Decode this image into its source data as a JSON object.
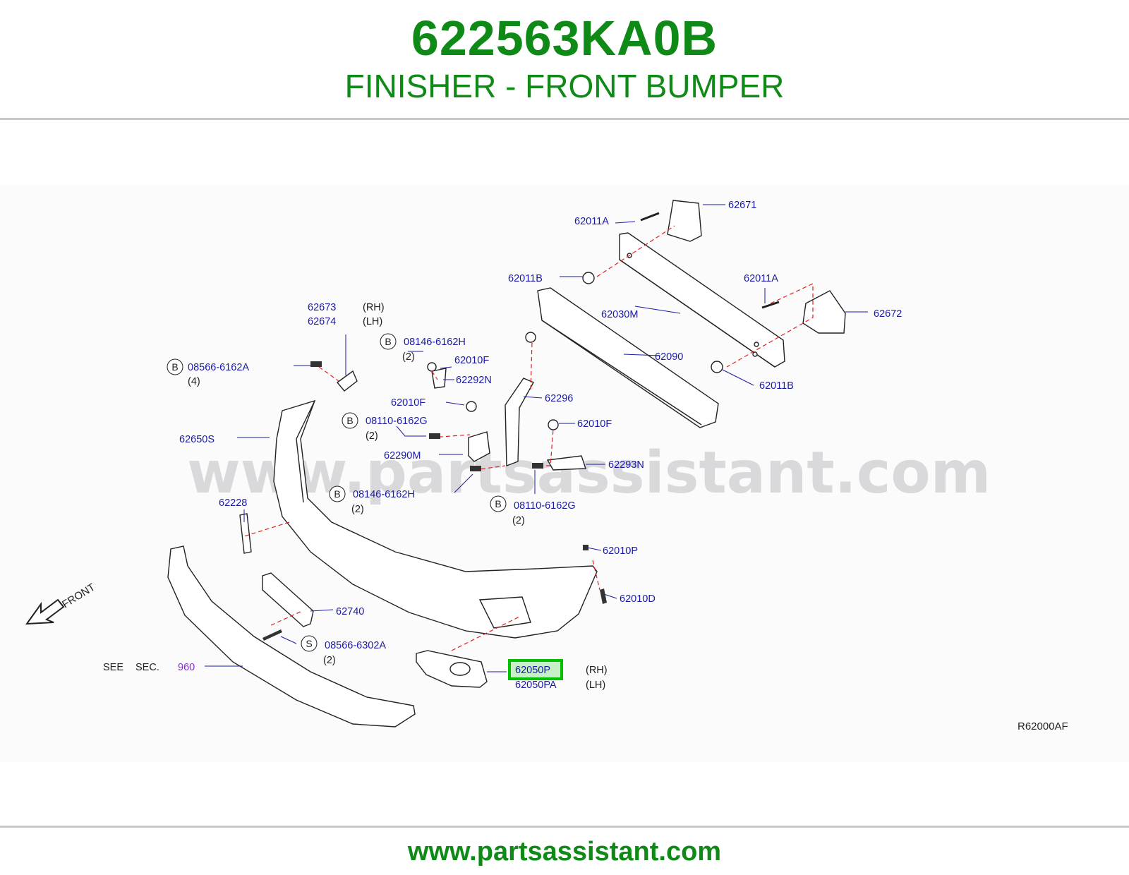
{
  "header": {
    "part_number": "622563KA0B",
    "part_name": "FINISHER - FRONT BUMPER"
  },
  "watermark": "www.partsassistant.com",
  "footer": {
    "url": "www.partsassistant.com"
  },
  "diagram": {
    "code": "R62000AF",
    "front_label": "FRONT",
    "see_sec": {
      "see": "SEE",
      "sec": "SEC.",
      "number": "960"
    },
    "callouts": [
      {
        "id": "c62671",
        "text": "62671"
      },
      {
        "id": "c62011A_top",
        "text": "62011A"
      },
      {
        "id": "c62011B_top",
        "text": "62011B"
      },
      {
        "id": "c62011A_right",
        "text": "62011A"
      },
      {
        "id": "c62672",
        "text": "62672"
      },
      {
        "id": "c62030M",
        "text": "62030M"
      },
      {
        "id": "c62673",
        "text": "62673"
      },
      {
        "id": "c62673_side",
        "text": "(RH)"
      },
      {
        "id": "c62674",
        "text": "62674"
      },
      {
        "id": "c62674_side",
        "text": "(LH)"
      },
      {
        "id": "c08146H_top",
        "text": "08146-6162H"
      },
      {
        "id": "c08146H_top_qty",
        "text": "(2)"
      },
      {
        "id": "c62010F_a",
        "text": "62010F"
      },
      {
        "id": "c62292N",
        "text": "62292N"
      },
      {
        "id": "c62090",
        "text": "62090"
      },
      {
        "id": "c62011B_bot",
        "text": "62011B"
      },
      {
        "id": "c08566A",
        "text": "08566-6162A"
      },
      {
        "id": "c08566A_qty",
        "text": "(4)"
      },
      {
        "id": "c62010F_b",
        "text": "62010F"
      },
      {
        "id": "c62296",
        "text": "62296"
      },
      {
        "id": "c08110G_top",
        "text": "08110-6162G"
      },
      {
        "id": "c08110G_top_qty",
        "text": "(2)"
      },
      {
        "id": "c62010F_c",
        "text": "62010F"
      },
      {
        "id": "c62650S",
        "text": "62650S"
      },
      {
        "id": "c62290M",
        "text": "62290M"
      },
      {
        "id": "c62293N",
        "text": "62293N"
      },
      {
        "id": "c62228",
        "text": "62228"
      },
      {
        "id": "c08146H_bot",
        "text": "08146-6162H"
      },
      {
        "id": "c08146H_bot_qty",
        "text": "(2)"
      },
      {
        "id": "c08110G_bot",
        "text": "08110-6162G"
      },
      {
        "id": "c08110G_bot_qty",
        "text": "(2)"
      },
      {
        "id": "c62010P",
        "text": "62010P"
      },
      {
        "id": "c62010D",
        "text": "62010D"
      },
      {
        "id": "c62740",
        "text": "62740"
      },
      {
        "id": "c08566S",
        "text": "08566-6302A"
      },
      {
        "id": "c08566S_qty",
        "text": "(2)"
      },
      {
        "id": "c62050P",
        "text": "62050P"
      },
      {
        "id": "c62050P_side",
        "text": "(RH)"
      },
      {
        "id": "c62050PA",
        "text": "62050PA"
      },
      {
        "id": "c62050PA_side",
        "text": "(LH)"
      }
    ],
    "circle_letters": [
      {
        "id": "b1",
        "text": "B"
      },
      {
        "id": "b2",
        "text": "B"
      },
      {
        "id": "b3",
        "text": "B"
      },
      {
        "id": "b4",
        "text": "B"
      },
      {
        "id": "b5",
        "text": "B"
      },
      {
        "id": "s1",
        "text": "S"
      }
    ]
  },
  "colors": {
    "brand_green": "#0f8a17",
    "callout_blue": "#1a1aa6",
    "section_purple": "#8a2be2",
    "highlight": "#00c000",
    "dashed_red": "#e02020"
  }
}
